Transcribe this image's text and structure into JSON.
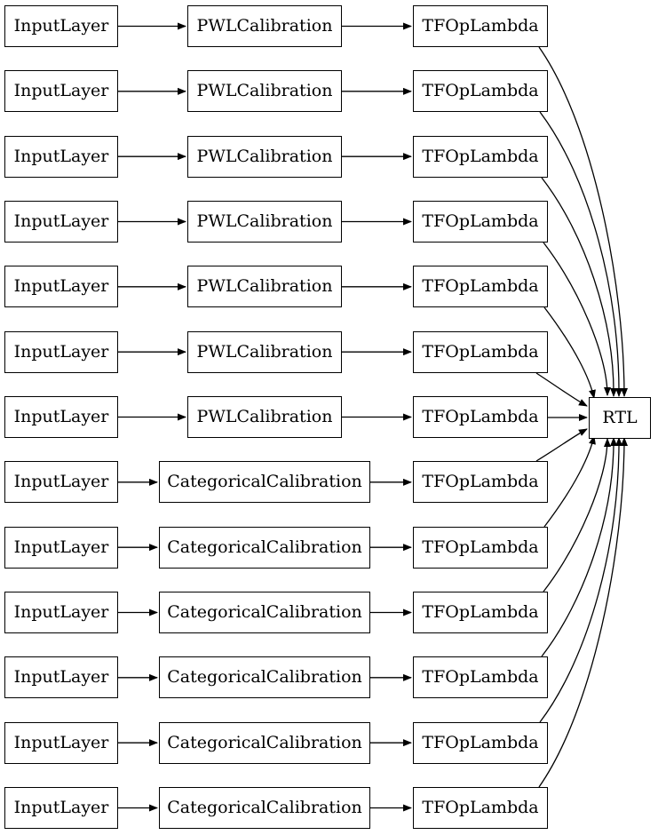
{
  "diagram": {
    "output_node": {
      "label": "RTL"
    },
    "rows": [
      {
        "input": "InputLayer",
        "calibration": "PWLCalibration",
        "lambda": "TFOpLambda"
      },
      {
        "input": "InputLayer",
        "calibration": "PWLCalibration",
        "lambda": "TFOpLambda"
      },
      {
        "input": "InputLayer",
        "calibration": "PWLCalibration",
        "lambda": "TFOpLambda"
      },
      {
        "input": "InputLayer",
        "calibration": "PWLCalibration",
        "lambda": "TFOpLambda"
      },
      {
        "input": "InputLayer",
        "calibration": "PWLCalibration",
        "lambda": "TFOpLambda"
      },
      {
        "input": "InputLayer",
        "calibration": "PWLCalibration",
        "lambda": "TFOpLambda"
      },
      {
        "input": "InputLayer",
        "calibration": "PWLCalibration",
        "lambda": "TFOpLambda"
      },
      {
        "input": "InputLayer",
        "calibration": "CategoricalCalibration",
        "lambda": "TFOpLambda"
      },
      {
        "input": "InputLayer",
        "calibration": "CategoricalCalibration",
        "lambda": "TFOpLambda"
      },
      {
        "input": "InputLayer",
        "calibration": "CategoricalCalibration",
        "lambda": "TFOpLambda"
      },
      {
        "input": "InputLayer",
        "calibration": "CategoricalCalibration",
        "lambda": "TFOpLambda"
      },
      {
        "input": "InputLayer",
        "calibration": "CategoricalCalibration",
        "lambda": "TFOpLambda"
      },
      {
        "input": "InputLayer",
        "calibration": "CategoricalCalibration",
        "lambda": "TFOpLambda"
      }
    ],
    "colors": {
      "background": "#ffffff",
      "node_fill": "#ffffff",
      "node_border": "#000000",
      "edge": "#000000",
      "text": "#000000"
    }
  }
}
